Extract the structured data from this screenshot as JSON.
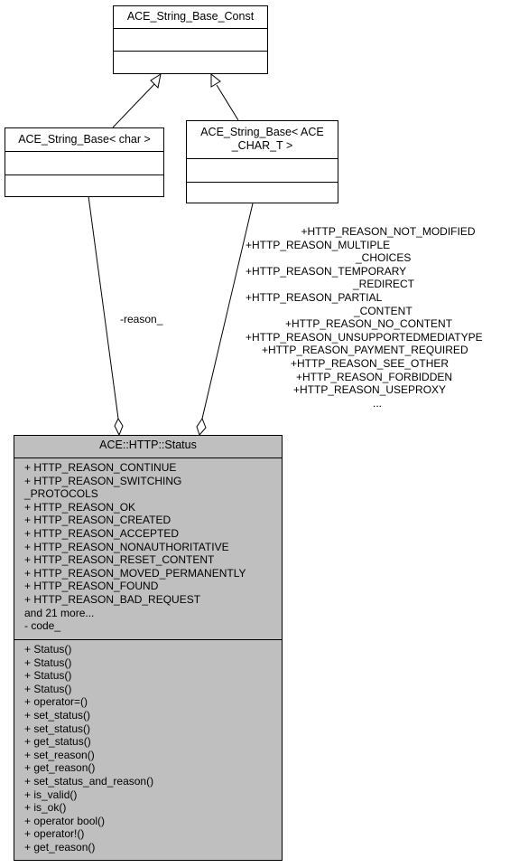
{
  "classes": {
    "string_base_const": {
      "title": "ACE_String_Base_Const"
    },
    "string_base_char": {
      "title": "ACE_String_Base< char >"
    },
    "string_base_ace_char": {
      "title_line1": "ACE_String_Base< ACE",
      "title_line2": "_CHAR_T >"
    },
    "status": {
      "title": "ACE::HTTP::Status",
      "attributes": [
        "+ HTTP_REASON_CONTINUE",
        "+ HTTP_REASON_SWITCHING",
        "_PROTOCOLS",
        "+ HTTP_REASON_OK",
        "+ HTTP_REASON_CREATED",
        "+ HTTP_REASON_ACCEPTED",
        "+ HTTP_REASON_NONAUTHORITATIVE",
        "+ HTTP_REASON_RESET_CONTENT",
        "+ HTTP_REASON_MOVED_PERMANENTLY",
        "+ HTTP_REASON_FOUND",
        "+ HTTP_REASON_BAD_REQUEST",
        "and 21 more...",
        "- code_"
      ],
      "operations": [
        "+ Status()",
        "+ Status()",
        "+ Status()",
        "+ Status()",
        "+ operator=()",
        "+ set_status()",
        "+ set_status()",
        "+ get_status()",
        "+ set_reason()",
        "+ get_reason()",
        "+ set_status_and_reason()",
        "+ is_valid()",
        "+ is_ok()",
        "+ operator bool()",
        "+ operator!()",
        "+ get_reason()"
      ]
    }
  },
  "edges": {
    "reason_label": "-reason_",
    "static_labels": [
      "+HTTP_REASON_NOT_MODIFIED",
      "+HTTP_REASON_MULTIPLE",
      "_CHOICES",
      "+HTTP_REASON_TEMPORARY",
      "_REDIRECT",
      "+HTTP_REASON_PARTIAL",
      "_CONTENT",
      "+HTTP_REASON_NO_CONTENT",
      "+HTTP_REASON_UNSUPPORTEDMEDIATYPE",
      "+HTTP_REASON_PAYMENT_REQUIRED",
      "+HTTP_REASON_SEE_OTHER",
      "+HTTP_REASON_FORBIDDEN",
      "+HTTP_REASON_USEPROXY",
      "..."
    ]
  }
}
